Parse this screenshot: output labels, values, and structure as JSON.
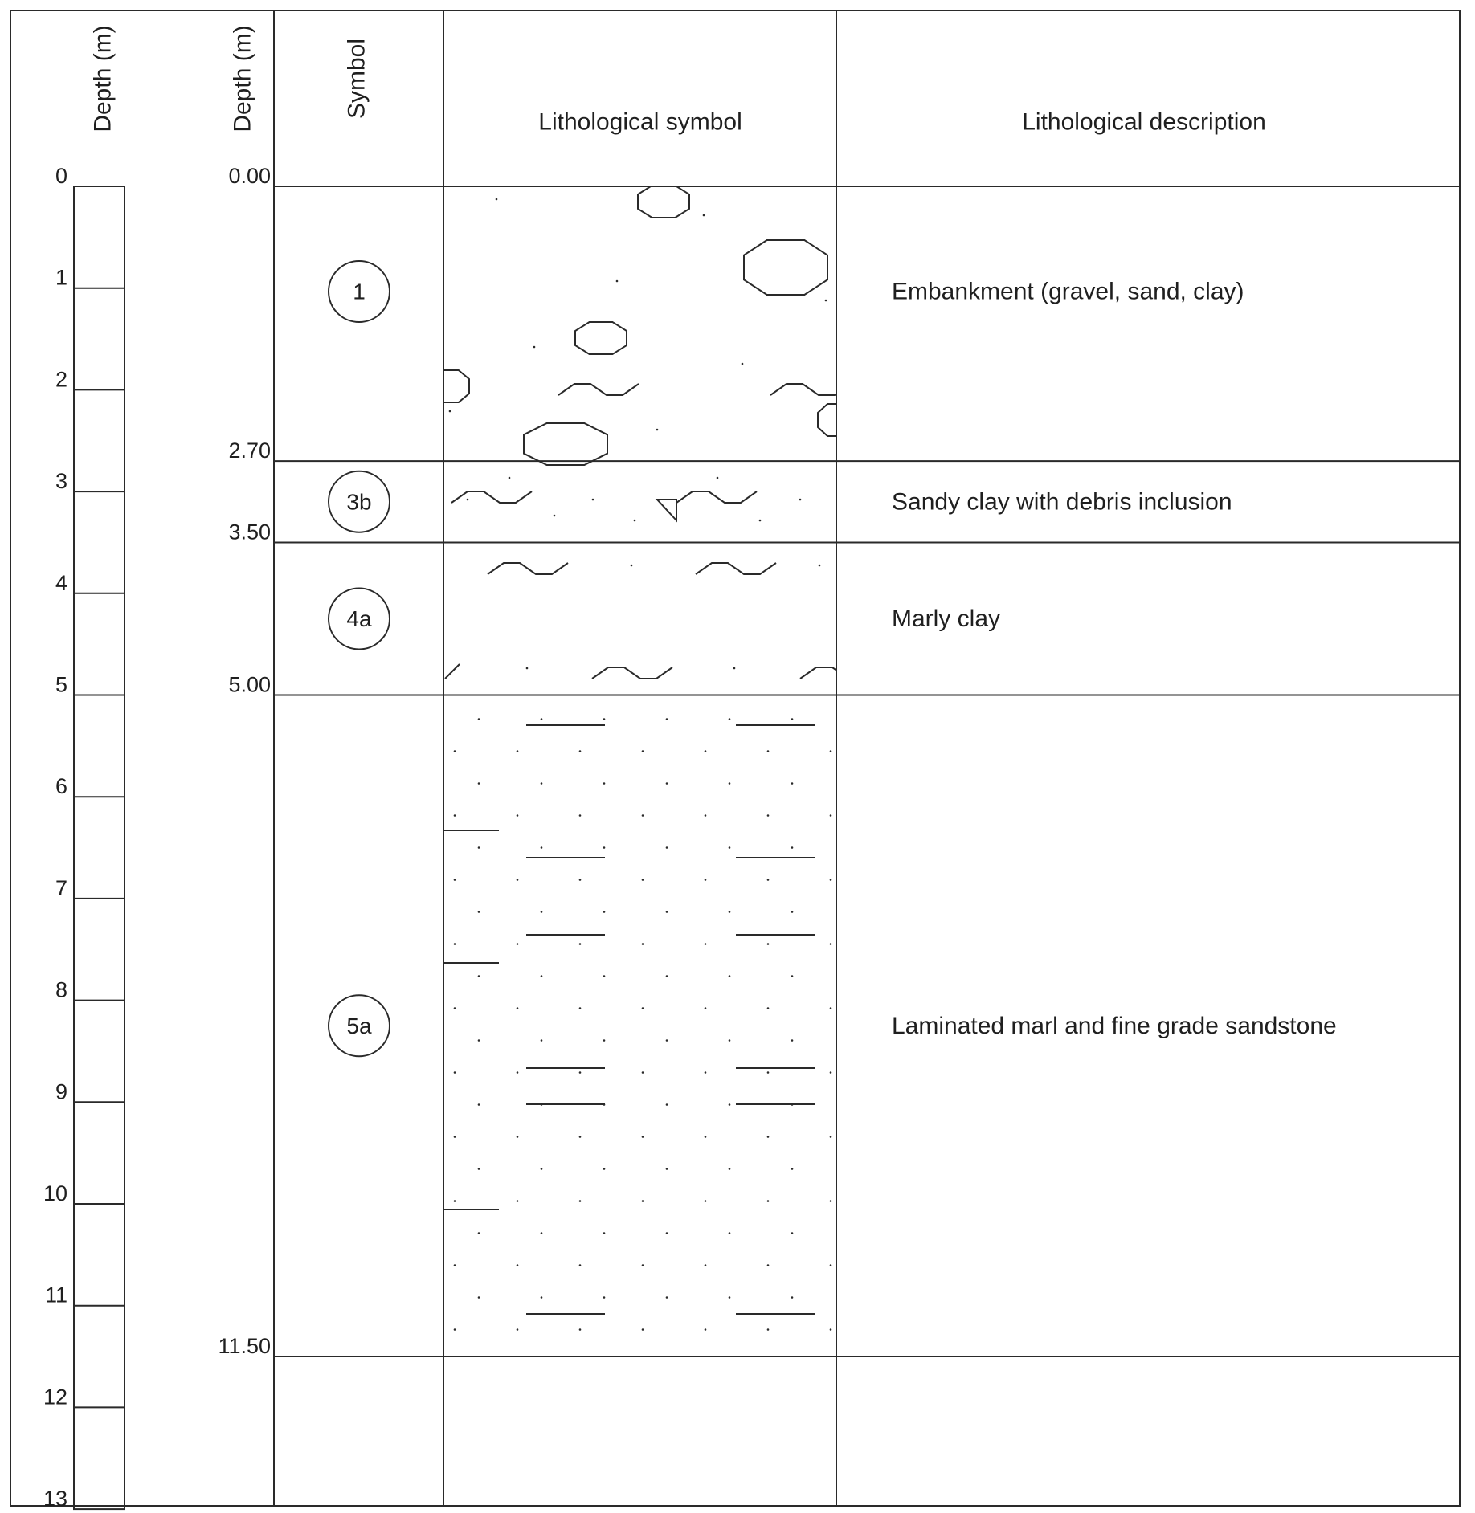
{
  "headers": {
    "depth_scale": "Depth (m)",
    "depth_value": "Depth (m)",
    "symbol": "Symbol",
    "lith_symbol": "Lithological symbol",
    "lith_desc": "Lithological description"
  },
  "scale_ticks": [
    "0",
    "1",
    "2",
    "3",
    "4",
    "5",
    "6",
    "7",
    "8",
    "9",
    "10",
    "11",
    "12",
    "13"
  ],
  "layers": [
    {
      "top": 0.0,
      "bottom": 2.7,
      "top_label": "0.00",
      "bottom_label": "2.70",
      "symbol": "1",
      "description": "Embankment (gravel, sand, clay)",
      "pattern": "embankment"
    },
    {
      "top": 2.7,
      "bottom": 3.5,
      "bottom_label": "3.50",
      "symbol": "3b",
      "description": "Sandy clay with debris inclusion",
      "pattern": "sandy-clay-debris"
    },
    {
      "top": 3.5,
      "bottom": 5.0,
      "bottom_label": "5.00",
      "symbol": "4a",
      "description": "Marly clay",
      "pattern": "marly-clay"
    },
    {
      "top": 5.0,
      "bottom": 11.5,
      "bottom_label": "11.50",
      "symbol": "5a",
      "description": "Laminated marl and fine grade sandstone",
      "pattern": "laminated-marl-sandstone"
    }
  ],
  "colors": {
    "line": "#2a2a2a",
    "text": "#1f1f1f",
    "background": "#ffffff"
  }
}
